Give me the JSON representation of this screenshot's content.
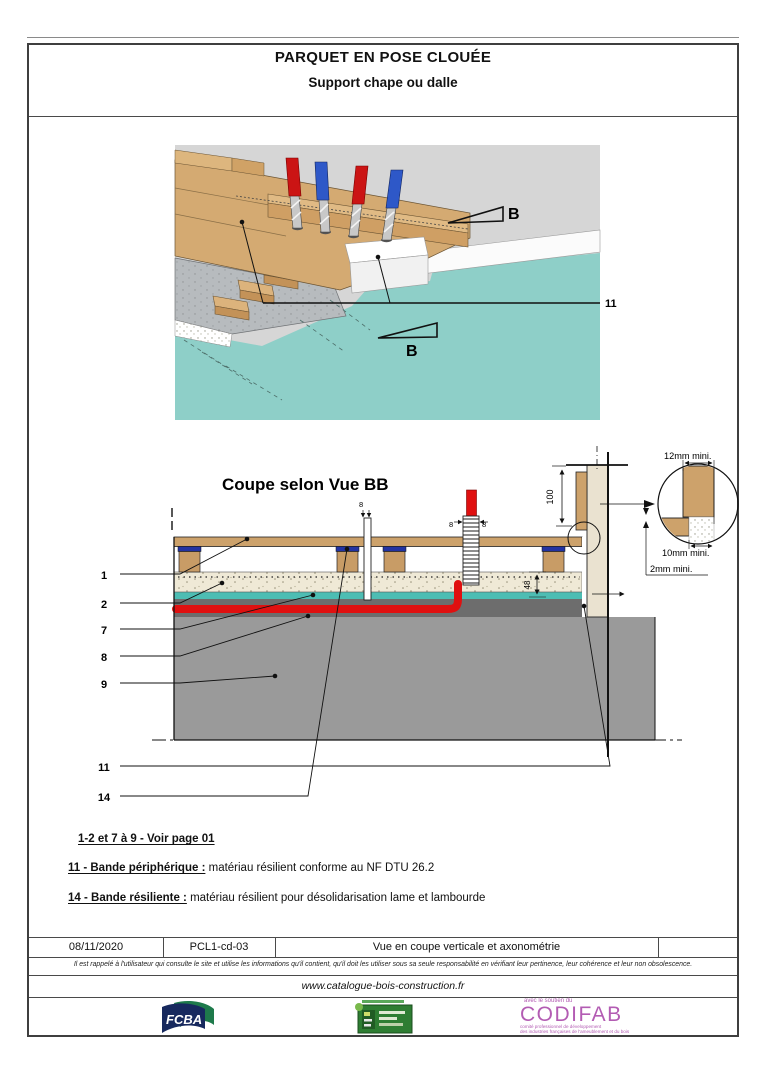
{
  "header": {
    "title": "PARQUET EN POSE CLOUÉE",
    "subtitle": "Support chape ou dalle"
  },
  "axo": {
    "callout_11": "11",
    "marker_b": "B"
  },
  "section": {
    "title": "Coupe selon Vue BB",
    "callout_1": "1",
    "callout_2": "2",
    "callout_7": "7",
    "callout_8": "8",
    "callout_9": "9",
    "callout_11": "11",
    "callout_14": "14",
    "dim_100": "100",
    "dim_48": "48",
    "dim_8": "8",
    "dim_12mm": "12mm mini.",
    "dim_10mm": "10mm mini.",
    "dim_2mm": "2mm mini."
  },
  "notes": {
    "ref_line": "1-2 et 7 à 9 - Voir page 01",
    "note11_label": "11 - Bande périphérique :",
    "note11_text": "matériau résilient conforme au NF DTU 26.2",
    "note14_label": "14 - Bande résiliente :",
    "note14_text": "matériau résilient pour désolidarisation lame et lambourde"
  },
  "footer": {
    "date": "08/11/2020",
    "code": "PCL1-cd-03",
    "view_title": "Vue en coupe verticale et axonométrie",
    "disclaimer": "Il est rappelé à l'utilisateur qui consulte le site et utilise les informations qu'il contient, qu'il doit les utiliser sous sa seule responsabilité en vérifiant leur pertinence, leur cohérence et leur non obsolescence.",
    "website": "www.catalogue-bois-construction.fr"
  },
  "logos": {
    "fcba": "FCBA",
    "codifab_tagline": "avec le soutien du",
    "codifab_name": "CODIFAB",
    "codifab_sub1": "comité professionnel de développement",
    "codifab_sub2": "des industries françaises de l'ameublement et du bois"
  },
  "colors": {
    "wood": "#cda26b",
    "teal_layer": "#4dbdb3",
    "axo_floor": "#8ecfc8",
    "membrane_red": "#e01010",
    "resilient_blue": "#2333a1",
    "slab_gray": "#9a9a9a",
    "dark_gray": "#6d6d6d",
    "chape_beige": "#efe9d6",
    "wall_beige": "#eae2d0",
    "codifab_purple": "#b35cb3",
    "fcba_navy": "#17295e",
    "fcba_green": "#1e7a4b"
  }
}
